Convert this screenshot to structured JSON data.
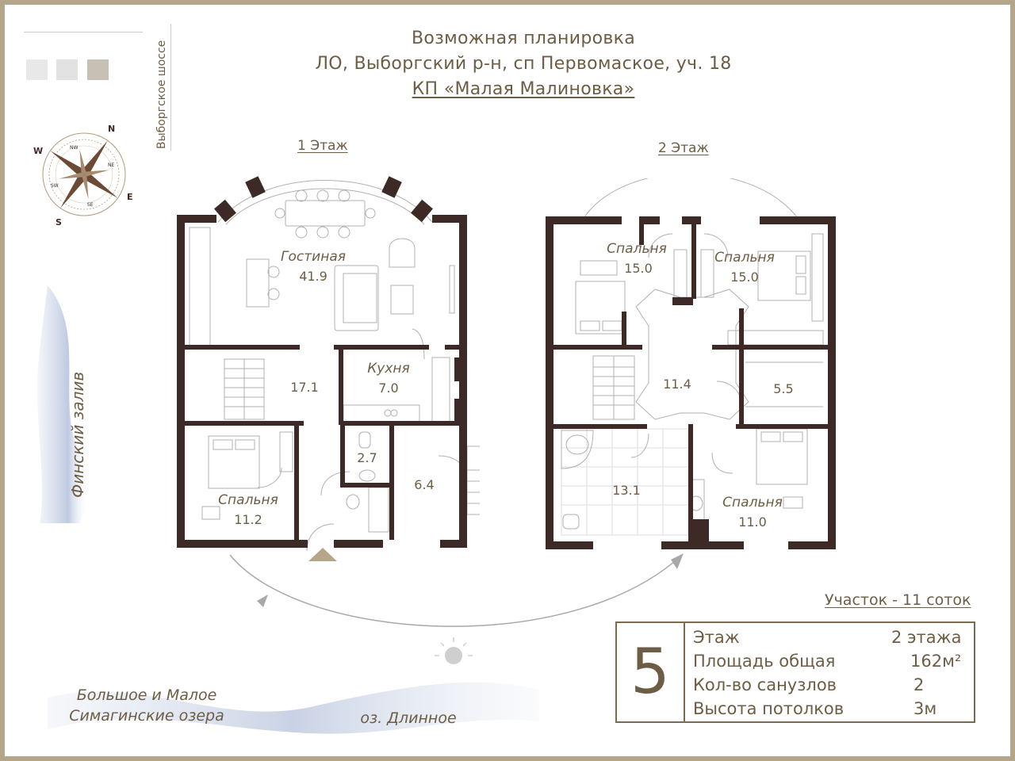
{
  "header": {
    "line1": "Возможная планировка",
    "line2": "ЛО, Выборгский р-н, сп Первомаское, уч. 18",
    "line3": "КП «Малая Малиновка»"
  },
  "floors": {
    "first": "1 Этаж",
    "second": "2 Этаж"
  },
  "rooms_floor1": {
    "living_name": "Гостиная",
    "living_area": "41.9",
    "hall_area": "17.1",
    "kitchen_name": "Кухня",
    "kitchen_area": "7.0",
    "bedroom_name": "Спальня",
    "bedroom_area": "11.2",
    "wc_area": "2.7",
    "utility_area": "6.4"
  },
  "rooms_floor2": {
    "bed1_name": "Спальня",
    "bed1_area": "15.0",
    "bed2_name": "Спальня",
    "bed2_area": "15.0",
    "hall_area": "11.4",
    "closet_area": "5.5",
    "bath_area": "13.1",
    "bed3_name": "Спальня",
    "bed3_area": "11.0"
  },
  "surroundings": {
    "road": "Выборгское шоссе",
    "gulf": "Финский залив",
    "lakes_line1": "Большое и Малое",
    "lakes_line2": "Симагинские озера",
    "lake_long": "оз. Длинное"
  },
  "compass": {
    "n": "N",
    "e": "E",
    "s": "S",
    "w": "W",
    "nw": "NW",
    "ne": "NE",
    "se": "SE",
    "sw": "SW"
  },
  "plot": "Участок - 11 соток",
  "info": {
    "number": "5",
    "rows": [
      {
        "k": "Этаж",
        "v": "2 этажа"
      },
      {
        "k": "Площадь общая",
        "v": "162м²"
      },
      {
        "k": "Кол-во санузлов",
        "v": "2"
      },
      {
        "k": "Высота потолков",
        "v": "3м"
      }
    ]
  },
  "colors": {
    "wall": "#3d2a26",
    "accent": "#b5a689",
    "text": "#6d5d44",
    "line": "#9c9c9c"
  }
}
